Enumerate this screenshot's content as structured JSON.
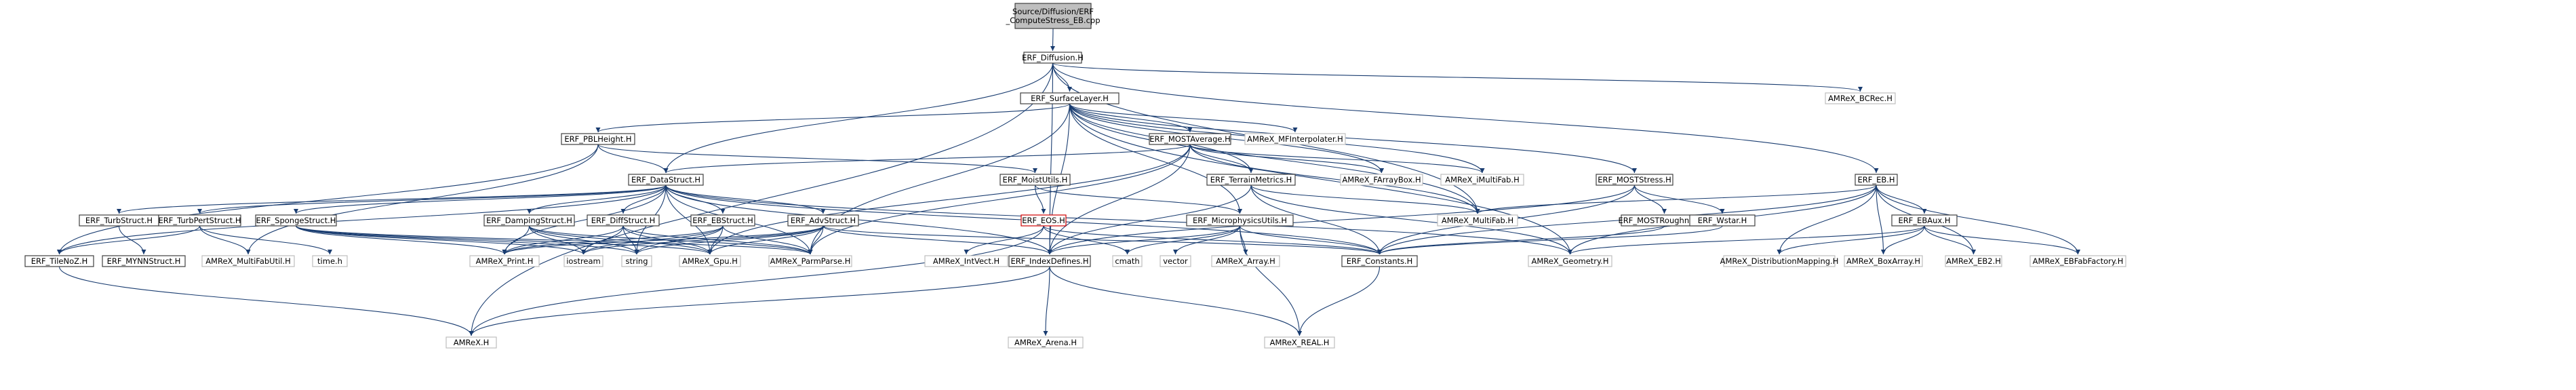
{
  "graph": {
    "colors": {
      "edge": "#193c70",
      "root_fill": "#bfbfbf",
      "documented_border": "#404040",
      "external_border": "#bfbfbf",
      "missing_border": "#d00000"
    },
    "nodes": [
      {
        "id": "root",
        "lines": [
          "Source/Diffusion/ERF",
          "_ComputeStress_EB.cpp"
        ],
        "kind": "doc"
      },
      {
        "id": "diffusion",
        "lines": [
          "ERF_Diffusion.H"
        ],
        "kind": "known"
      },
      {
        "id": "surface",
        "lines": [
          "ERF_SurfaceLayer.H"
        ],
        "kind": "known"
      },
      {
        "id": "bcrec",
        "lines": [
          "AMReX_BCRec.H"
        ],
        "kind": "external"
      },
      {
        "id": "pbl",
        "lines": [
          "ERF_PBLHeight.H"
        ],
        "kind": "known"
      },
      {
        "id": "mostavg",
        "lines": [
          "ERF_MOSTAverage.H"
        ],
        "kind": "known"
      },
      {
        "id": "mfinterp",
        "lines": [
          "AMReX_MFInterpolater.H"
        ],
        "kind": "external"
      },
      {
        "id": "eb",
        "lines": [
          "ERF_EB.H"
        ],
        "kind": "known"
      },
      {
        "id": "datastruct",
        "lines": [
          "ERF_DataStruct.H"
        ],
        "kind": "known"
      },
      {
        "id": "moist",
        "lines": [
          "ERF_MoistUtils.H"
        ],
        "kind": "known"
      },
      {
        "id": "terrain",
        "lines": [
          "ERF_TerrainMetrics.H"
        ],
        "kind": "known"
      },
      {
        "id": "farraybox",
        "lines": [
          "AMReX_FArrayBox.H"
        ],
        "kind": "external"
      },
      {
        "id": "imultifab",
        "lines": [
          "AMReX_iMultiFab.H"
        ],
        "kind": "external"
      },
      {
        "id": "moststress",
        "lines": [
          "ERF_MOSTStress.H"
        ],
        "kind": "known"
      },
      {
        "id": "turb",
        "lines": [
          "ERF_TurbStruct.H"
        ],
        "kind": "known"
      },
      {
        "id": "turbpert",
        "lines": [
          "ERF_TurbPertStruct.H"
        ],
        "kind": "known"
      },
      {
        "id": "sponge",
        "lines": [
          "ERF_SpongeStruct.H"
        ],
        "kind": "known"
      },
      {
        "id": "damping",
        "lines": [
          "ERF_DampingStruct.H"
        ],
        "kind": "known"
      },
      {
        "id": "diffstruct",
        "lines": [
          "ERF_DiffStruct.H"
        ],
        "kind": "known"
      },
      {
        "id": "ebstruct",
        "lines": [
          "ERF_EBStruct.H"
        ],
        "kind": "known"
      },
      {
        "id": "advstruct",
        "lines": [
          "ERF_AdvStruct.H"
        ],
        "kind": "known"
      },
      {
        "id": "eos",
        "lines": [
          "ERF_EOS.H"
        ],
        "kind": "missing"
      },
      {
        "id": "microphys",
        "lines": [
          "ERF_MicrophysicsUtils.H"
        ],
        "kind": "known"
      },
      {
        "id": "multifab",
        "lines": [
          "AMReX_MultiFab.H"
        ],
        "kind": "external"
      },
      {
        "id": "mostrough",
        "lines": [
          "ERF_MOSTRoughness.H"
        ],
        "kind": "known"
      },
      {
        "id": "wstar",
        "lines": [
          "ERF_Wstar.H"
        ],
        "kind": "known"
      },
      {
        "id": "ebaux",
        "lines": [
          "ERF_EBAux.H"
        ],
        "kind": "known"
      },
      {
        "id": "tilenoz",
        "lines": [
          "ERF_TileNoZ.H"
        ],
        "kind": "known"
      },
      {
        "id": "mynn",
        "lines": [
          "ERF_MYNNStruct.H"
        ],
        "kind": "known"
      },
      {
        "id": "multifabutil",
        "lines": [
          "AMReX_MultiFabUtil.H"
        ],
        "kind": "external"
      },
      {
        "id": "time",
        "lines": [
          "time.h"
        ],
        "kind": "external"
      },
      {
        "id": "print",
        "lines": [
          "AMReX_Print.H"
        ],
        "kind": "external"
      },
      {
        "id": "iostream",
        "lines": [
          "iostream"
        ],
        "kind": "external"
      },
      {
        "id": "string",
        "lines": [
          "string"
        ],
        "kind": "external"
      },
      {
        "id": "gpu",
        "lines": [
          "AMReX_Gpu.H"
        ],
        "kind": "external"
      },
      {
        "id": "parmparse",
        "lines": [
          "AMReX_ParmParse.H"
        ],
        "kind": "external"
      },
      {
        "id": "intvect",
        "lines": [
          "AMReX_IntVect.H"
        ],
        "kind": "external"
      },
      {
        "id": "indexdefines",
        "lines": [
          "ERF_IndexDefines.H"
        ],
        "kind": "known"
      },
      {
        "id": "cmath",
        "lines": [
          "cmath"
        ],
        "kind": "external"
      },
      {
        "id": "vector",
        "lines": [
          "vector"
        ],
        "kind": "external"
      },
      {
        "id": "array",
        "lines": [
          "AMReX_Array.H"
        ],
        "kind": "external"
      },
      {
        "id": "constants",
        "lines": [
          "ERF_Constants.H"
        ],
        "kind": "known"
      },
      {
        "id": "geometry",
        "lines": [
          "AMReX_Geometry.H"
        ],
        "kind": "external"
      },
      {
        "id": "distmap",
        "lines": [
          "AMReX_DistributionMapping.H"
        ],
        "kind": "external"
      },
      {
        "id": "boxarray",
        "lines": [
          "AMReX_BoxArray.H"
        ],
        "kind": "external"
      },
      {
        "id": "eb2",
        "lines": [
          "AMReX_EB2.H"
        ],
        "kind": "external"
      },
      {
        "id": "ebfab",
        "lines": [
          "AMReX_EBFabFactory.H"
        ],
        "kind": "external"
      },
      {
        "id": "amrexh",
        "lines": [
          "AMReX.H"
        ],
        "kind": "external"
      },
      {
        "id": "arena",
        "lines": [
          "AMReX_Arena.H"
        ],
        "kind": "external"
      },
      {
        "id": "real",
        "lines": [
          "AMReX_REAL.H"
        ],
        "kind": "external"
      }
    ],
    "edges": [
      [
        "root",
        "diffusion"
      ],
      [
        "diffusion",
        "surface"
      ],
      [
        "diffusion",
        "bcrec"
      ],
      [
        "diffusion",
        "eb"
      ],
      [
        "diffusion",
        "datastruct"
      ],
      [
        "diffusion",
        "indexdefines"
      ],
      [
        "diffusion",
        "multifab"
      ],
      [
        "diffusion",
        "amrexh"
      ],
      [
        "surface",
        "pbl"
      ],
      [
        "surface",
        "mostavg"
      ],
      [
        "surface",
        "mfinterp"
      ],
      [
        "surface",
        "terrain"
      ],
      [
        "surface",
        "farraybox"
      ],
      [
        "surface",
        "imultifab"
      ],
      [
        "surface",
        "moststress"
      ],
      [
        "surface",
        "microphys"
      ],
      [
        "surface",
        "multifab"
      ],
      [
        "surface",
        "geometry"
      ],
      [
        "surface",
        "parmparse"
      ],
      [
        "surface",
        "indexdefines"
      ],
      [
        "pbl",
        "datastruct"
      ],
      [
        "pbl",
        "moist"
      ],
      [
        "pbl",
        "tilenoz"
      ],
      [
        "pbl",
        "multifabutil"
      ],
      [
        "mostavg",
        "datastruct"
      ],
      [
        "mostavg",
        "terrain"
      ],
      [
        "mostavg",
        "farraybox"
      ],
      [
        "mostavg",
        "imultifab"
      ],
      [
        "mostavg",
        "multifab"
      ],
      [
        "mostavg",
        "indexdefines"
      ],
      [
        "mostavg",
        "parmparse"
      ],
      [
        "mostavg",
        "gpu"
      ],
      [
        "datastruct",
        "turb"
      ],
      [
        "datastruct",
        "turbpert"
      ],
      [
        "datastruct",
        "sponge"
      ],
      [
        "datastruct",
        "damping"
      ],
      [
        "datastruct",
        "diffstruct"
      ],
      [
        "datastruct",
        "ebstruct"
      ],
      [
        "datastruct",
        "advstruct"
      ],
      [
        "datastruct",
        "constants"
      ],
      [
        "datastruct",
        "indexdefines"
      ],
      [
        "datastruct",
        "print"
      ],
      [
        "datastruct",
        "gpu"
      ],
      [
        "datastruct",
        "parmparse"
      ],
      [
        "datastruct",
        "string"
      ],
      [
        "datastruct",
        "geometry"
      ],
      [
        "datastruct",
        "tilenoz"
      ],
      [
        "moist",
        "eos"
      ],
      [
        "moist",
        "microphys"
      ],
      [
        "eos",
        "constants"
      ],
      [
        "eos",
        "intvect"
      ],
      [
        "eos",
        "cmath"
      ],
      [
        "eos",
        "amrexh"
      ],
      [
        "microphys",
        "constants"
      ],
      [
        "microphys",
        "indexdefines"
      ],
      [
        "microphys",
        "array"
      ],
      [
        "microphys",
        "vector"
      ],
      [
        "microphys",
        "real"
      ],
      [
        "microphys",
        "cmath"
      ],
      [
        "terrain",
        "multifab"
      ],
      [
        "terrain",
        "constants"
      ],
      [
        "terrain",
        "indexdefines"
      ],
      [
        "terrain",
        "geometry"
      ],
      [
        "moststress",
        "mostrough"
      ],
      [
        "moststress",
        "wstar"
      ],
      [
        "moststress",
        "constants"
      ],
      [
        "moststress",
        "indexdefines"
      ],
      [
        "mostrough",
        "constants"
      ],
      [
        "wstar",
        "constants"
      ],
      [
        "turb",
        "mynn"
      ],
      [
        "turbpert",
        "tilenoz"
      ],
      [
        "turbpert",
        "multifabutil"
      ],
      [
        "turbpert",
        "time"
      ],
      [
        "sponge",
        "print"
      ],
      [
        "sponge",
        "iostream"
      ],
      [
        "sponge",
        "string"
      ],
      [
        "sponge",
        "gpu"
      ],
      [
        "sponge",
        "parmparse"
      ],
      [
        "damping",
        "print"
      ],
      [
        "damping",
        "iostream"
      ],
      [
        "damping",
        "string"
      ],
      [
        "damping",
        "gpu"
      ],
      [
        "damping",
        "parmparse"
      ],
      [
        "diffstruct",
        "print"
      ],
      [
        "diffstruct",
        "iostream"
      ],
      [
        "diffstruct",
        "string"
      ],
      [
        "diffstruct",
        "gpu"
      ],
      [
        "diffstruct",
        "parmparse"
      ],
      [
        "ebstruct",
        "print"
      ],
      [
        "ebstruct",
        "iostream"
      ],
      [
        "ebstruct",
        "string"
      ],
      [
        "ebstruct",
        "gpu"
      ],
      [
        "ebstruct",
        "parmparse"
      ],
      [
        "advstruct",
        "print"
      ],
      [
        "advstruct",
        "iostream"
      ],
      [
        "advstruct",
        "string"
      ],
      [
        "advstruct",
        "gpu"
      ],
      [
        "advstruct",
        "parmparse"
      ],
      [
        "advstruct",
        "indexdefines"
      ],
      [
        "advstruct",
        "constants"
      ],
      [
        "eb",
        "ebaux"
      ],
      [
        "eb",
        "distmap"
      ],
      [
        "eb",
        "boxarray"
      ],
      [
        "eb",
        "eb2"
      ],
      [
        "eb",
        "ebfab"
      ],
      [
        "eb",
        "geometry"
      ],
      [
        "eb",
        "multifab"
      ],
      [
        "eb",
        "constants"
      ],
      [
        "ebaux",
        "distmap"
      ],
      [
        "ebaux",
        "boxarray"
      ],
      [
        "ebaux",
        "eb2"
      ],
      [
        "ebaux",
        "ebfab"
      ],
      [
        "ebaux",
        "geometry"
      ],
      [
        "indexdefines",
        "arena"
      ],
      [
        "indexdefines",
        "real"
      ],
      [
        "indexdefines",
        "amrexh"
      ],
      [
        "constants",
        "real"
      ],
      [
        "tilenoz",
        "amrexh"
      ]
    ]
  }
}
